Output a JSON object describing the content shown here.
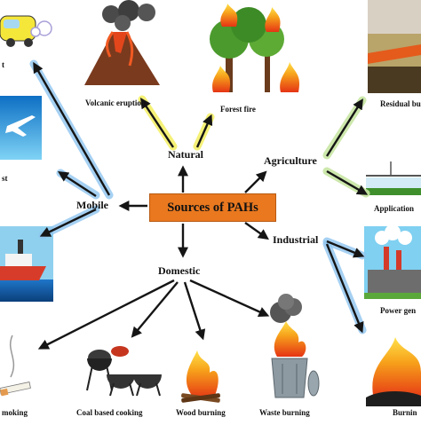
{
  "center": {
    "label": "Sources of PAHs"
  },
  "categories": {
    "natural": "Natural",
    "agriculture": "Agriculture",
    "mobile": "Mobile",
    "industrial": "Industrial",
    "domestic": "Domestic"
  },
  "sources": {
    "volcanic": "Volcanic eruption",
    "forest_fire": "Forest fire",
    "residual": "Residual bu",
    "application": "Application",
    "power": "Power gen",
    "burning": "Burnin",
    "waste": "Waste burning",
    "wood": "Wood burning",
    "coal": "Coal based cooking",
    "smoking": "moking",
    "aircraft": "st",
    "vehicle": "t"
  },
  "colors": {
    "center_fill": "#e9781f",
    "arrow": "#151515",
    "glow_yellow": "#f2ee55",
    "glow_blue": "#8fc4ef",
    "glow_green": "#c8e6a3"
  }
}
